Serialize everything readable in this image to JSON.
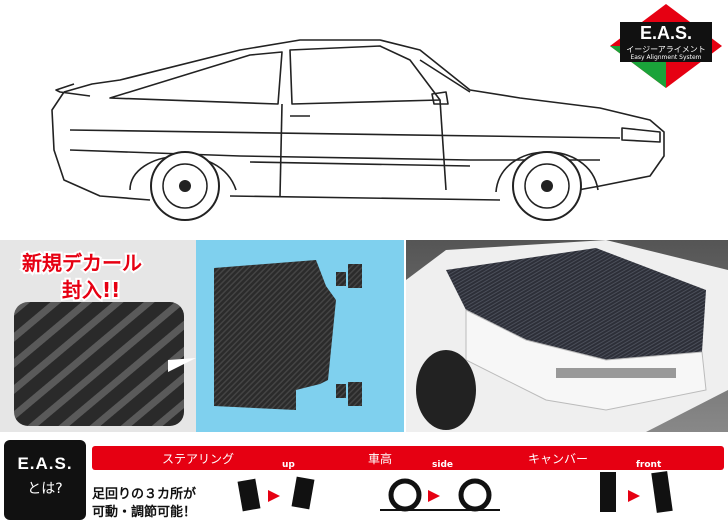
{
  "logo": {
    "title": "E.A.S.",
    "subtitle_ja": "イージーアライメント",
    "subtitle_en": "Easy Alignment System"
  },
  "decal_panel": {
    "badge_line1": "新規デカール",
    "badge_line2": "封入!!"
  },
  "eas_bar": {
    "box_title": "E.A.S.",
    "box_subtitle": "とは?",
    "labels": {
      "steering": "ステアリング",
      "up": "up",
      "ride_height": "車高",
      "side": "side",
      "camber": "キャンバー",
      "front": "front"
    },
    "description_line1": "足回りの３カ所が",
    "description_line2": "可動・調節可能！"
  },
  "colors": {
    "accent_red": "#e60012",
    "panel_blue": "#7fd0ee",
    "carbon_dark": "#2a2a2a"
  }
}
